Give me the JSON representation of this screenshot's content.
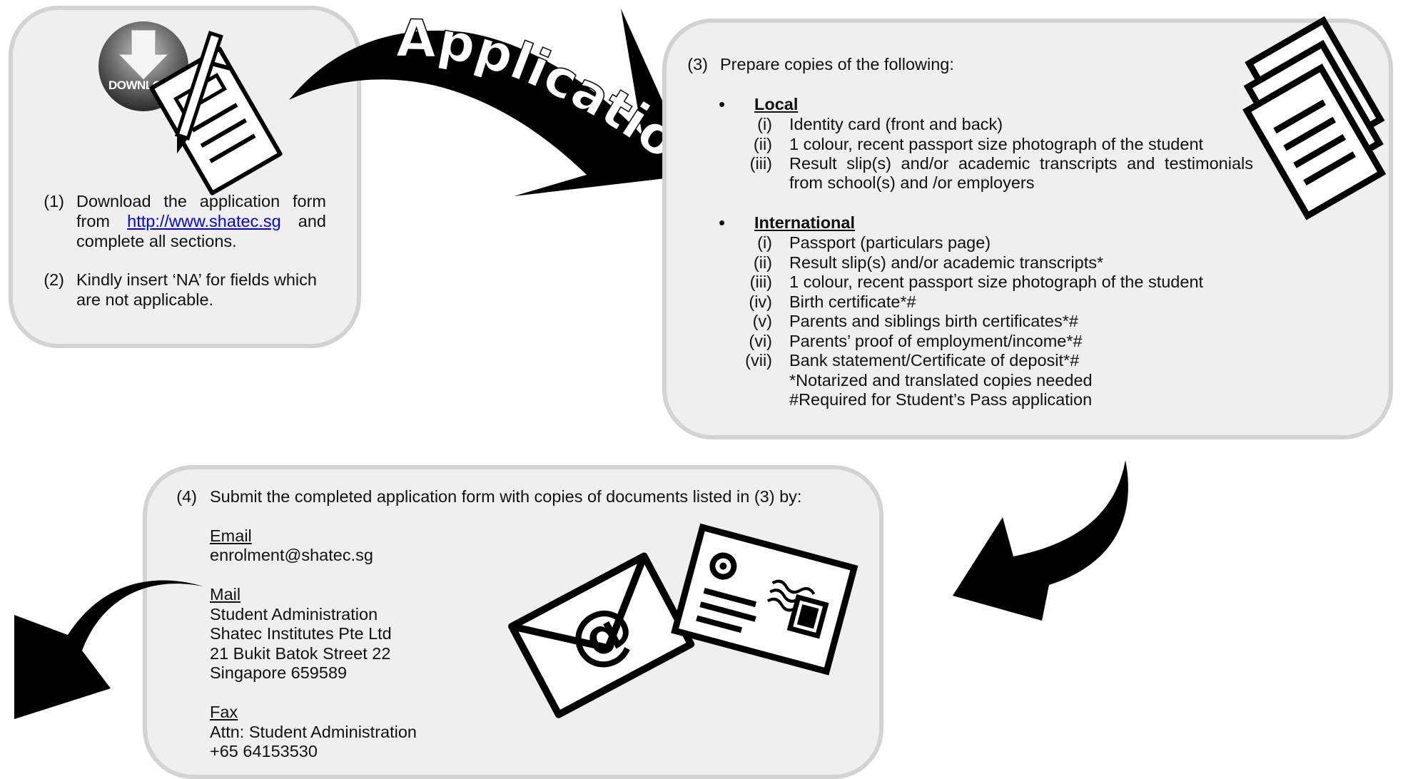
{
  "step1": {
    "download_badge": "DOWNLOAD",
    "item1": {
      "number": "(1)",
      "line1": "Download the application form",
      "from_word": "from",
      "link": "http://www.shatec.sg",
      "and_word": "and",
      "line3": "complete all sections."
    },
    "item2": {
      "number": "(2)",
      "line1": "Kindly insert ‘NA’ for fields which",
      "line2": "are not applicable."
    }
  },
  "arrow_label": "Application",
  "step3": {
    "number": "(3)",
    "heading": "Prepare copies of the following:",
    "bullet_glyph": "•",
    "local": {
      "title": "Local",
      "items": [
        {
          "num": "(i)",
          "text": "Identity card (front and back)"
        },
        {
          "num": "(ii)",
          "text": "1 colour, recent passport size photograph of the student"
        },
        {
          "num": "(iii)",
          "text": "Result slip(s) and/or academic transcripts and testimonials"
        }
      ],
      "continuation": "from school(s) and /or employers"
    },
    "international": {
      "title": "International",
      "items": [
        {
          "num": "(i)",
          "text": "Passport (particulars page)"
        },
        {
          "num": "(ii)",
          "text": "Result slip(s) and/or academic transcripts*"
        },
        {
          "num": "(iii)",
          "text": "1 colour, recent passport size photograph of the student"
        },
        {
          "num": "(iv)",
          "text": "Birth certificate*#"
        },
        {
          "num": "(v)",
          "text": "Parents and siblings birth certificates*#"
        },
        {
          "num": "(vi)",
          "text": "Parents’ proof of employment/income*#"
        },
        {
          "num": "(vii)",
          "text": "Bank statement/Certificate of deposit*#"
        }
      ],
      "notes": [
        "*Notarized and translated copies needed",
        "#Required for Student’s Pass application"
      ]
    }
  },
  "step4": {
    "number": "(4)",
    "heading": "Submit the completed application form with copies of documents listed in (3) by:",
    "email": {
      "label": "Email",
      "value": "enrolment@shatec.sg"
    },
    "mail": {
      "label": "Mail",
      "lines": [
        "Student Administration",
        "Shatec Institutes Pte Ltd",
        "21 Bukit Batok Street 22",
        "Singapore 659589"
      ]
    },
    "fax": {
      "label": "Fax",
      "lines": [
        "Attn: Student Administration",
        "+65 64153530"
      ]
    }
  },
  "icons": {
    "download": "download-circle-icon",
    "form": "form-pencil-icon",
    "documents": "document-stack-icon",
    "email": "email-envelope-icon",
    "postcard": "postcard-icon"
  }
}
